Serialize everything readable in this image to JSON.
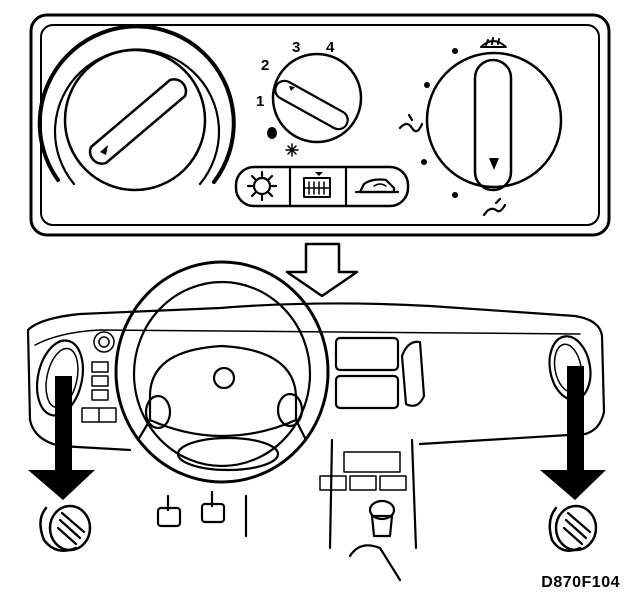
{
  "control_panel": {
    "fan_speeds": [
      "1",
      "2",
      "3",
      "4"
    ],
    "buttons": [
      {
        "id": "ac",
        "icon": "snowflake-icon"
      },
      {
        "id": "rear-defrost",
        "icon": "rear-window-defrost-icon"
      },
      {
        "id": "recirculation",
        "icon": "recirculation-icon"
      }
    ],
    "distribution_icons": [
      "windscreen-defrost-icon",
      "face-vent-icon",
      "floor-vent-icon"
    ]
  },
  "dashboard": {
    "outlets": [
      "left-side-vent",
      "right-side-vent"
    ]
  },
  "figure_code": "D870F104"
}
